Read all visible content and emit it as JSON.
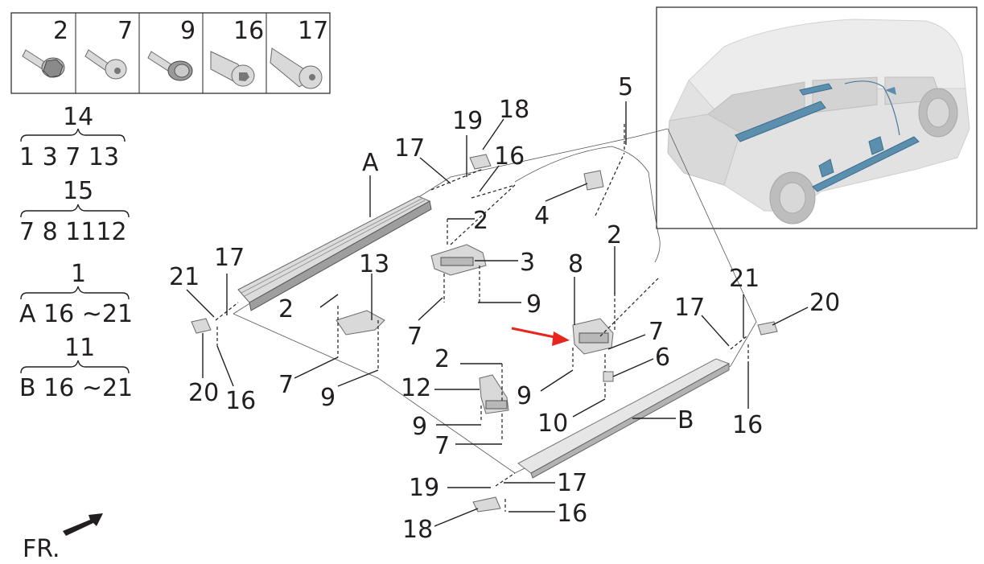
{
  "fastener_panel": {
    "cells": [
      {
        "num": "2",
        "icon": "flange-bolt-icon"
      },
      {
        "num": "7",
        "icon": "torx-bolt-icon"
      },
      {
        "num": "9",
        "icon": "washer-bolt-icon"
      },
      {
        "num": "16",
        "icon": "hex-socket-bolt-icon"
      },
      {
        "num": "17",
        "icon": "socket-cap-bolt-icon"
      }
    ]
  },
  "groups": [
    {
      "parent": "14",
      "children": "1 3  7 13"
    },
    {
      "parent": "15",
      "children": "7 8 1112"
    },
    {
      "parent": "1",
      "children": "A  16 ~21"
    },
    {
      "parent": "11",
      "children": "B  16 ~21"
    }
  ],
  "callouts": {
    "A": "A",
    "B": "B",
    "n2a": "2",
    "n2b": "2",
    "n2c": "2",
    "n2d": "2",
    "n3": "3",
    "n4": "4",
    "n5": "5",
    "n6": "6",
    "n7a": "7",
    "n7b": "7",
    "n7c": "7",
    "n7d": "7",
    "n8": "8",
    "n9a": "9",
    "n9b": "9",
    "n9c": "9",
    "n9d": "9",
    "n10": "10",
    "n12": "12",
    "n13": "13",
    "n16a": "16",
    "n16b": "16",
    "n16c": "16",
    "n16d": "16",
    "n17a": "17",
    "n17b": "17",
    "n17c": "17",
    "n17d": "17",
    "n18a": "18",
    "n18b": "18",
    "n19a": "19",
    "n19b": "19",
    "n20a": "20",
    "n20b": "20",
    "n21a": "21",
    "n21b": "21"
  },
  "direction": {
    "label": "FR."
  },
  "colors": {
    "highlight_arrow": "#e8261f",
    "installed_part": "#5c8fae"
  }
}
